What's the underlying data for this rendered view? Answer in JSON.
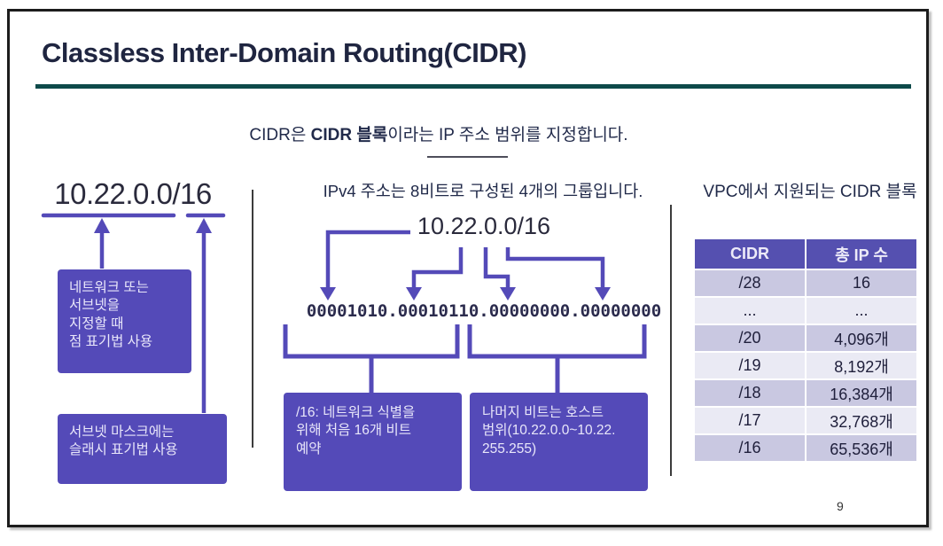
{
  "title": "Classless Inter-Domain Routing(CIDR)",
  "subtitle": {
    "pre": "CIDR은 ",
    "bold": "CIDR 블록",
    "post": "이라는 IP 주소 범위를 지정합니다."
  },
  "page_number": "9",
  "left_panel": {
    "cidr": "10.22.0.0/16",
    "note_dot_notation": "네트워크 또는\n서브넷을\n지정할 때\n점 표기법 사용",
    "note_slash_notation": "서브넷 마스크에는\n슬래시 표기법 사용"
  },
  "middle_panel": {
    "heading": "IPv4 주소는 8비트로 구성된 4개의 그룹입니다.",
    "cidr": "10.22.0.0/16",
    "binary": "00001010.00010110.00000000.00000000",
    "note_network_bits": "/16: 네트워크 식별을\n위해 처음 16개 비트\n예약",
    "note_host_bits": "나머지 비트는 호스트\n범위(10.22.0.0~10.22.\n255.255)"
  },
  "right_panel": {
    "heading": "VPC에서 지원되는 CIDR 블록",
    "table": {
      "headers": [
        "CIDR",
        "총 IP 수"
      ],
      "rows": [
        [
          "/28",
          "16"
        ],
        [
          "...",
          "..."
        ],
        [
          "/20",
          "4,096개"
        ],
        [
          "/19",
          "8,192개"
        ],
        [
          "/18",
          "16,384개"
        ],
        [
          "/17",
          "32,768개"
        ],
        [
          "/16",
          "65,536개"
        ]
      ]
    }
  },
  "colors": {
    "accent_purple": "#544ab8",
    "table_header_purple": "#5550b0",
    "title_navy": "#1f2540",
    "rule_teal": "#0e4a4a",
    "table_row_dark": "#c9c8e1",
    "table_row_light": "#eaeaf4"
  }
}
